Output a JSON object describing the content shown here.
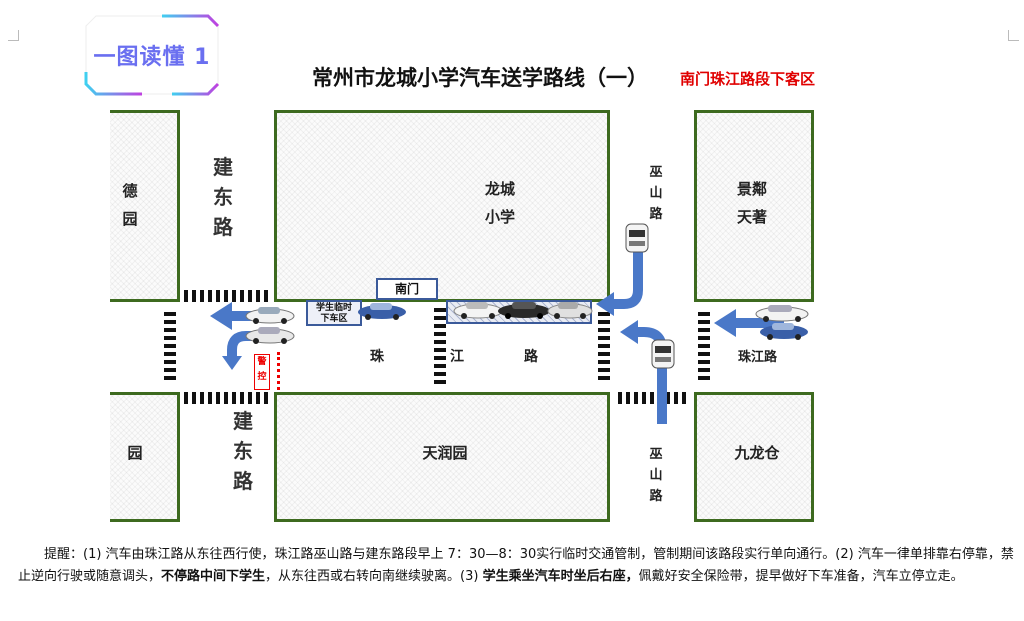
{
  "badge": {
    "text": "一图读懂 1"
  },
  "title": "常州市龙城小学汽车送学路线（一）",
  "subtitle": "南门珠江路段下客区",
  "blocks": {
    "school": [
      "龙城",
      "小学"
    ],
    "jingxi": [
      "景鄰",
      "天著"
    ],
    "tianrun": "天润园",
    "jiulong": "九龙仓",
    "left_top": [
      "德",
      "园"
    ],
    "left_bottom": "园"
  },
  "roads": {
    "jiandong": [
      "建",
      "东",
      "路"
    ],
    "wushan": [
      "巫",
      "山",
      "路"
    ],
    "zhujiang_chars": [
      "珠",
      "江",
      "路"
    ],
    "zhujiang_label": "珠江路"
  },
  "markers": {
    "south_gate": "南门",
    "dropoff_zone": [
      "学生临时",
      "下车区"
    ],
    "police_box": [
      "警",
      "控"
    ]
  },
  "note": {
    "p1": "提醒：(1) 汽车由珠江路从东往西行使，珠江路巫山路与建东路段早上 7：30—8：30实行临时交通管制，管制期间该路段实行单向通行。(2) 汽车一律单排靠右停靠，禁止逆向行驶或随意调头，",
    "b1": "不停路中间下学生",
    "p2": "，从东往西或右转向南继续驶离。(3) ",
    "b2": "学生乘坐汽车时坐后右座，",
    "p3": "佩戴好安全保险带，提早做好下车准备，汽车立停立走。"
  },
  "colors": {
    "border": "#3d6a1f",
    "arrow": "#4a78c8",
    "title_red": "#e00000",
    "badge": "#6a6ff0"
  }
}
